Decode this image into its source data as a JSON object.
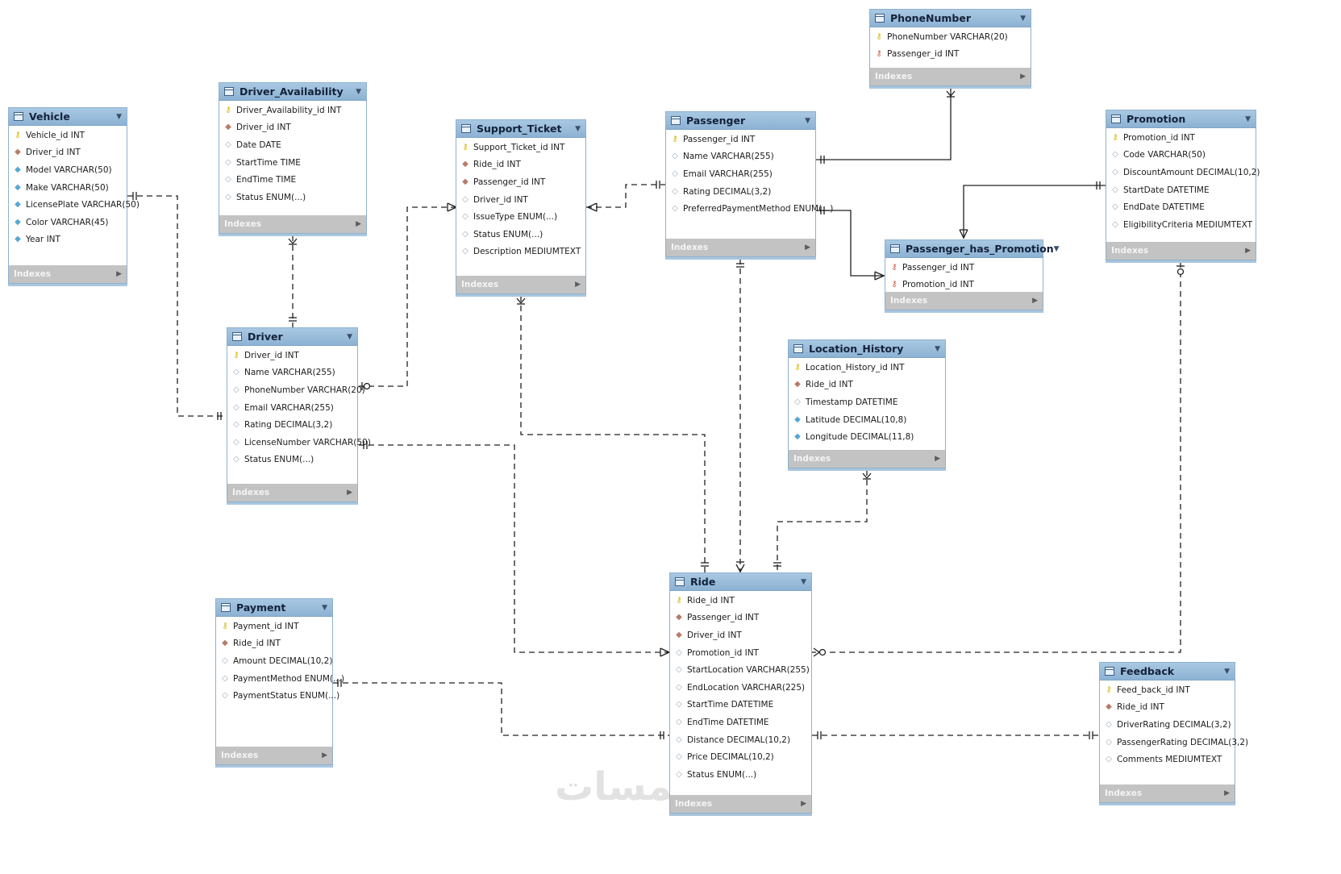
{
  "watermark": "خمسات",
  "tables": {
    "vehicle": {
      "name": "Vehicle",
      "indexes_label": "Indexes",
      "columns": [
        {
          "text": "Vehicle_id INT",
          "kind": "key"
        },
        {
          "text": "Driver_id INT",
          "kind": "fk"
        },
        {
          "text": "Model VARCHAR(50)",
          "kind": "attr"
        },
        {
          "text": "Make VARCHAR(50)",
          "kind": "attr"
        },
        {
          "text": "LicensePlate VARCHAR(50)",
          "kind": "attr"
        },
        {
          "text": "Color VARCHAR(45)",
          "kind": "attr"
        },
        {
          "text": "Year INT",
          "kind": "attr"
        }
      ]
    },
    "driver_availability": {
      "name": "Driver_Availability",
      "indexes_label": "Indexes",
      "columns": [
        {
          "text": "Driver_Availability_id INT",
          "kind": "key"
        },
        {
          "text": "Driver_id INT",
          "kind": "fk"
        },
        {
          "text": "Date DATE",
          "kind": "plain"
        },
        {
          "text": "StartTime TIME",
          "kind": "plain"
        },
        {
          "text": "EndTime TIME",
          "kind": "plain"
        },
        {
          "text": "Status ENUM(...)",
          "kind": "plain"
        }
      ]
    },
    "driver": {
      "name": "Driver",
      "indexes_label": "Indexes",
      "columns": [
        {
          "text": "Driver_id INT",
          "kind": "key"
        },
        {
          "text": "Name VARCHAR(255)",
          "kind": "plain"
        },
        {
          "text": "PhoneNumber VARCHAR(20)",
          "kind": "plain"
        },
        {
          "text": "Email VARCHAR(255)",
          "kind": "plain"
        },
        {
          "text": "Rating DECIMAL(3,2)",
          "kind": "plain"
        },
        {
          "text": "LicenseNumber VARCHAR(50)",
          "kind": "plain"
        },
        {
          "text": "Status ENUM(...)",
          "kind": "plain"
        }
      ]
    },
    "support_ticket": {
      "name": "Support_Ticket",
      "indexes_label": "Indexes",
      "columns": [
        {
          "text": "Support_Ticket_id INT",
          "kind": "key"
        },
        {
          "text": "Ride_id INT",
          "kind": "fk"
        },
        {
          "text": "Passenger_id INT",
          "kind": "fk"
        },
        {
          "text": "Driver_id INT",
          "kind": "plain"
        },
        {
          "text": "IssueType ENUM(...)",
          "kind": "plain"
        },
        {
          "text": "Status ENUM(...)",
          "kind": "plain"
        },
        {
          "text": "Description MEDIUMTEXT",
          "kind": "plain"
        }
      ]
    },
    "passenger": {
      "name": "Passenger",
      "indexes_label": "Indexes",
      "columns": [
        {
          "text": "Passenger_id INT",
          "kind": "key"
        },
        {
          "text": "Name VARCHAR(255)",
          "kind": "plain"
        },
        {
          "text": "Email VARCHAR(255)",
          "kind": "plain"
        },
        {
          "text": "Rating DECIMAL(3,2)",
          "kind": "plain"
        },
        {
          "text": "PreferredPaymentMethod ENUM(...)",
          "kind": "plain"
        }
      ]
    },
    "phonenumber": {
      "name": "PhoneNumber",
      "indexes_label": "Indexes",
      "columns": [
        {
          "text": "PhoneNumber VARCHAR(20)",
          "kind": "key"
        },
        {
          "text": "Passenger_id INT",
          "kind": "fkey"
        }
      ]
    },
    "promotion": {
      "name": "Promotion",
      "indexes_label": "Indexes",
      "columns": [
        {
          "text": "Promotion_id INT",
          "kind": "key"
        },
        {
          "text": "Code VARCHAR(50)",
          "kind": "plain"
        },
        {
          "text": "DiscountAmount DECIMAL(10,2)",
          "kind": "plain"
        },
        {
          "text": "StartDate DATETIME",
          "kind": "plain"
        },
        {
          "text": "EndDate DATETIME",
          "kind": "plain"
        },
        {
          "text": "EligibilityCriteria MEDIUMTEXT",
          "kind": "plain"
        }
      ]
    },
    "passenger_has_promotion": {
      "name": "Passenger_has_Promotion",
      "indexes_label": "Indexes",
      "columns": [
        {
          "text": "Passenger_id INT",
          "kind": "fkey"
        },
        {
          "text": "Promotion_id INT",
          "kind": "fkey"
        }
      ]
    },
    "location_history": {
      "name": "Location_History",
      "indexes_label": "Indexes",
      "columns": [
        {
          "text": "Location_History_id INT",
          "kind": "key"
        },
        {
          "text": "Ride_id INT",
          "kind": "fk"
        },
        {
          "text": "Timestamp DATETIME",
          "kind": "plain"
        },
        {
          "text": "Latitude DECIMAL(10,8)",
          "kind": "attr"
        },
        {
          "text": "Longitude DECIMAL(11,8)",
          "kind": "attr"
        }
      ]
    },
    "ride": {
      "name": "Ride",
      "indexes_label": "Indexes",
      "columns": [
        {
          "text": "Ride_id INT",
          "kind": "key"
        },
        {
          "text": "Passenger_id INT",
          "kind": "fk"
        },
        {
          "text": "Driver_id INT",
          "kind": "fk"
        },
        {
          "text": "Promotion_id INT",
          "kind": "plain"
        },
        {
          "text": "StartLocation VARCHAR(255)",
          "kind": "plain"
        },
        {
          "text": "EndLocation VARCHAR(225)",
          "kind": "plain"
        },
        {
          "text": "StartTime DATETIME",
          "kind": "plain"
        },
        {
          "text": "EndTime DATETIME",
          "kind": "plain"
        },
        {
          "text": "Distance DECIMAL(10,2)",
          "kind": "plain"
        },
        {
          "text": "Price DECIMAL(10,2)",
          "kind": "plain"
        },
        {
          "text": "Status ENUM(...)",
          "kind": "plain"
        }
      ]
    },
    "payment": {
      "name": "Payment",
      "indexes_label": "Indexes",
      "columns": [
        {
          "text": "Payment_id INT",
          "kind": "key"
        },
        {
          "text": "Ride_id INT",
          "kind": "fk"
        },
        {
          "text": "Amount DECIMAL(10,2)",
          "kind": "plain"
        },
        {
          "text": "PaymentMethod ENUM(...)",
          "kind": "plain"
        },
        {
          "text": "PaymentStatus ENUM(...)",
          "kind": "plain"
        }
      ]
    },
    "feedback": {
      "name": "Feedback",
      "indexes_label": "Indexes",
      "columns": [
        {
          "text": "Feed_back_id INT",
          "kind": "key"
        },
        {
          "text": "Ride_id INT",
          "kind": "fk"
        },
        {
          "text": "DriverRating DECIMAL(3,2)",
          "kind": "plain"
        },
        {
          "text": "PassengerRating DECIMAL(3,2)",
          "kind": "plain"
        },
        {
          "text": "Comments MEDIUMTEXT",
          "kind": "plain"
        }
      ]
    }
  }
}
